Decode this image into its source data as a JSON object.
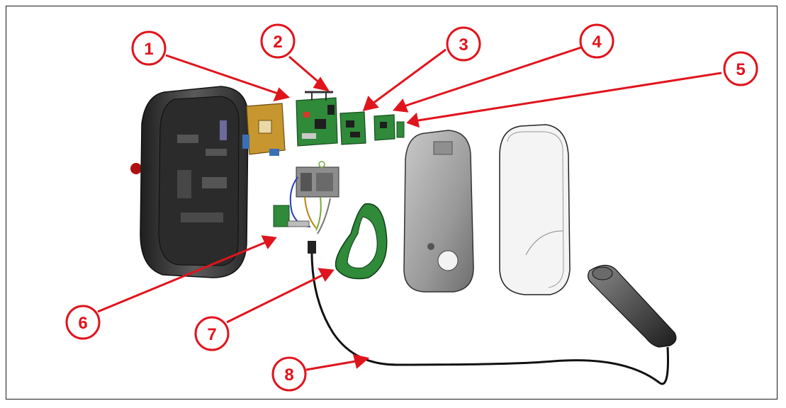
{
  "colors": {
    "callout": "#e0141c",
    "housing": "#3c3c3c",
    "pcb": "#2f8a3a",
    "pcb_board": "#c8962e",
    "cable": "#111111",
    "cover": "#f4f4f4"
  },
  "callouts": [
    {
      "id": "1",
      "label": "1"
    },
    {
      "id": "2",
      "label": "2"
    },
    {
      "id": "3",
      "label": "3"
    },
    {
      "id": "4",
      "label": "4"
    },
    {
      "id": "5",
      "label": "5"
    },
    {
      "id": "6",
      "label": "6"
    },
    {
      "id": "7",
      "label": "7"
    },
    {
      "id": "8",
      "label": "8"
    }
  ]
}
